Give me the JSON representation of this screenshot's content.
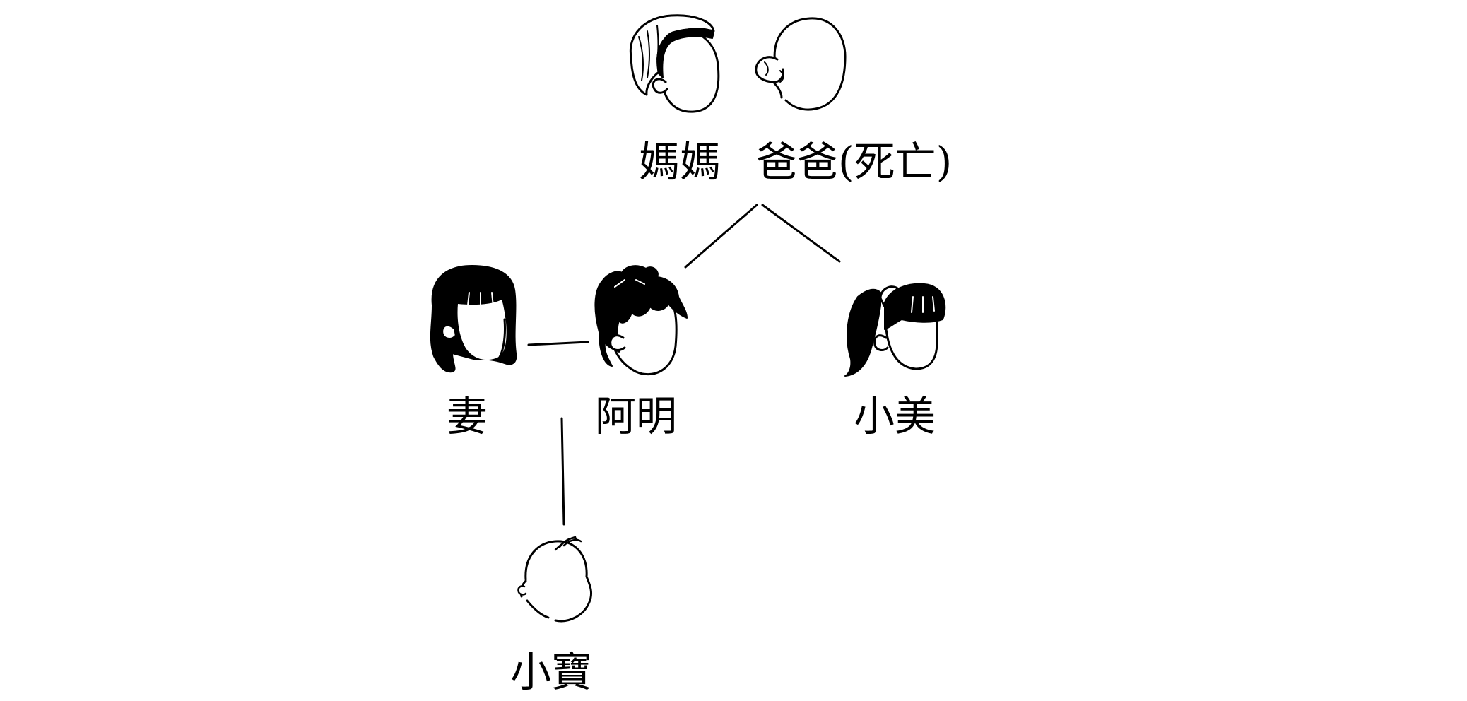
{
  "family_tree": {
    "members": {
      "mother": {
        "label": "媽媽",
        "icon": "woman-headband-head-icon"
      },
      "father": {
        "label": "爸爸(死亡)",
        "icon": "bald-man-head-icon"
      },
      "wife": {
        "label": "妻",
        "icon": "woman-long-hair-head-icon"
      },
      "ming": {
        "label": "阿明",
        "icon": "man-spiky-hair-head-icon"
      },
      "mei": {
        "label": "小美",
        "icon": "girl-ponytail-head-icon"
      },
      "baby": {
        "label": "小寶",
        "icon": "baby-head-icon"
      }
    },
    "relations": [
      {
        "from": "father",
        "to": "ming",
        "type": "parent-child"
      },
      {
        "from": "father",
        "to": "mei",
        "type": "parent-child"
      },
      {
        "from": "wife",
        "to": "ming",
        "type": "spouse"
      },
      {
        "from": "ming",
        "to": "baby",
        "type": "parent-child"
      }
    ],
    "colors": {
      "ink": "#000000",
      "background": "#ffffff"
    }
  }
}
